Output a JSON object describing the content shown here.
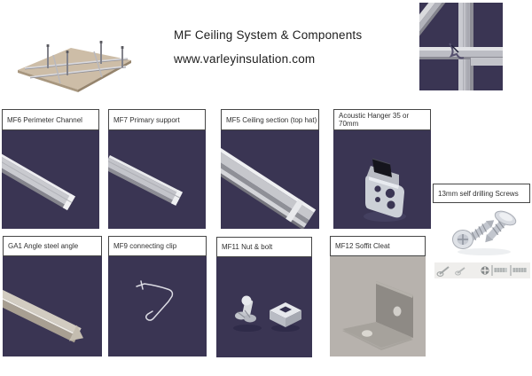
{
  "header": {
    "title": "MF Ceiling System & Components",
    "website": "www.varleyinsulation.com"
  },
  "products": [
    {
      "label": "MF6 Perimeter Channel"
    },
    {
      "label": "MF7 Primary support"
    },
    {
      "label": "MF5 Ceiling section (top hat)"
    },
    {
      "label": "Acoustic Hanger 35 or 70mm"
    },
    {
      "label": "GA1 Angle steel angle"
    },
    {
      "label": "MF9 connecting clip"
    },
    {
      "label": "MF11 Nut & bolt"
    },
    {
      "label": "MF12 Soffit Cleat"
    }
  ],
  "side_panel": {
    "label": "13mm self drilling Screws",
    "icons": [
      "screw-angled-icon",
      "screw-angled-icon",
      "phillips-drive-icon",
      "screw-length-diagram",
      "screw-length-diagram"
    ]
  },
  "colors": {
    "image_background_navy": "#3a3553",
    "image_background_gray": "#b7b2ad",
    "label_border": "#464646",
    "text": "#1c1c1c"
  }
}
